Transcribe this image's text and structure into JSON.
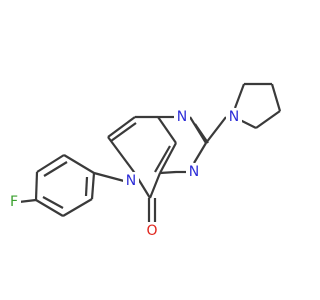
{
  "molecule": {
    "atoms": {
      "n1": "N",
      "n3": "N",
      "n_pyrrolidine": "N",
      "n6": "N",
      "o": "O",
      "f": "F"
    }
  },
  "colors": {
    "bond": "#3a3a3a",
    "nitrogen": "#2d2dd8",
    "oxygen": "#e0241b",
    "fluorine": "#3aa02e"
  }
}
